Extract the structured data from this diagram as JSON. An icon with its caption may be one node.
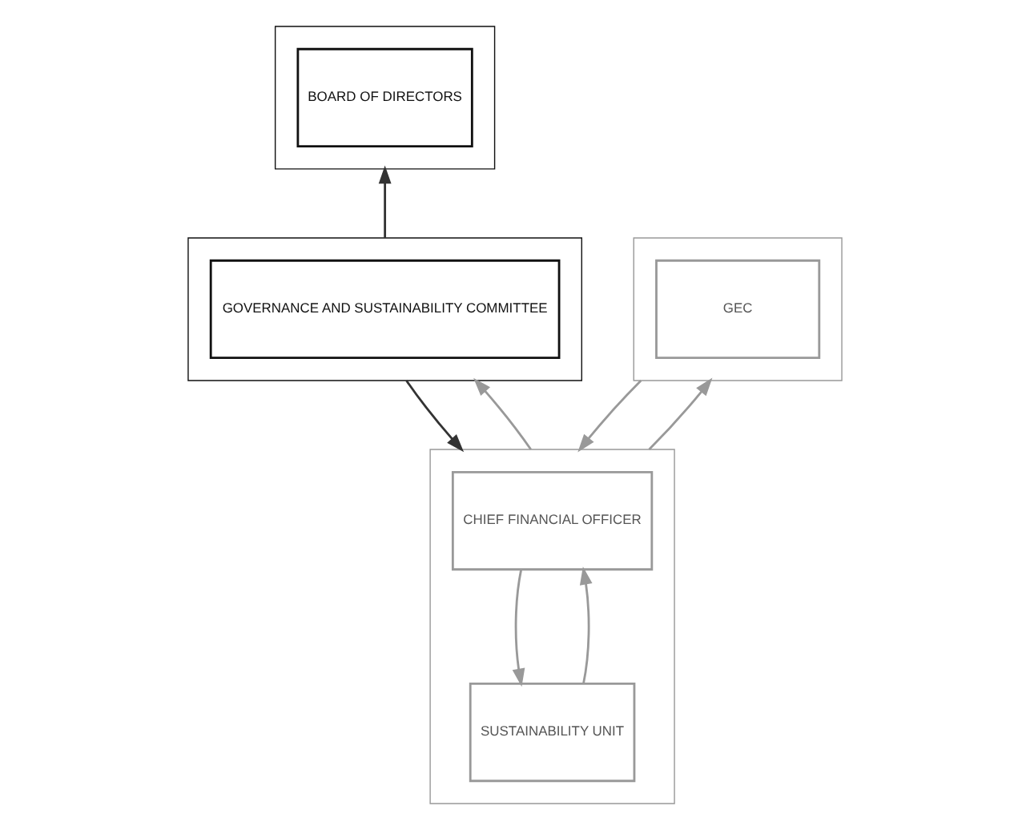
{
  "diagram": {
    "nodes": [
      {
        "text": [],
        "shape": "box"
      },
      {
        "text": [
          "BOARD OF DIRECTORS"
        ],
        "in": 0
      },
      {
        "text": [],
        "shape": "box"
      },
      {
        "text": [
          "GEC"
        ],
        "in": 2
      },
      {
        "text": [],
        "shape": "box"
      },
      {
        "text": [
          "GOVERNANCE AND SUSTAINABILITY COMMITTEE"
        ],
        "in": 4
      },
      {
        "text": [],
        "shape": "box"
      },
      {
        "text": [
          "CHIEF FINANCIAL OFFICER"
        ],
        "in": 6
      },
      {
        "text": [
          "SUSTAINABILITY UNIT"
        ],
        "in": 6
      }
    ],
    "edges": [
      {
        "from": 4,
        "to": 0,
        "arrow": "to",
        "color": "#333333"
      },
      {
        "from": 4,
        "to": 6,
        "arrow": "to",
        "color": "#333333"
      },
      {
        "from": 6,
        "to": 4,
        "arrow": "to"
      },
      {
        "from": 2,
        "to": 6,
        "arrow": "to"
      },
      {
        "from": 6,
        "to": 2,
        "arrow": "to"
      },
      {
        "from": 7,
        "to": 8,
        "arrow": "to"
      },
      {
        "from": 8,
        "to": 7,
        "arrow": "to"
      }
    ]
  }
}
